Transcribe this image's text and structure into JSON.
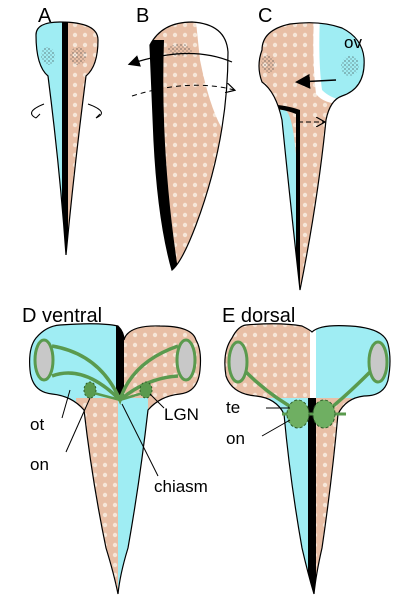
{
  "panels": {
    "a": {
      "label": "A"
    },
    "b": {
      "label": "B"
    },
    "c": {
      "label": "C",
      "optic_vesicle": "ov"
    },
    "d": {
      "label": "D ventral",
      "labels": {
        "ot": "ot",
        "on": "on",
        "lgn": "LGN",
        "chiasm": "chiasm"
      }
    },
    "e": {
      "label": "E dorsal",
      "labels": {
        "te": "te",
        "on": "on"
      }
    }
  },
  "colors": {
    "cyan_domain": "#9FEDF3",
    "peach_domain": "#E8BFA6",
    "dot_pattern": "#F6E6D8",
    "optic_tract": "#5A9A4E",
    "eye_gray": "#C8C8C8",
    "boundary": "#000000"
  }
}
